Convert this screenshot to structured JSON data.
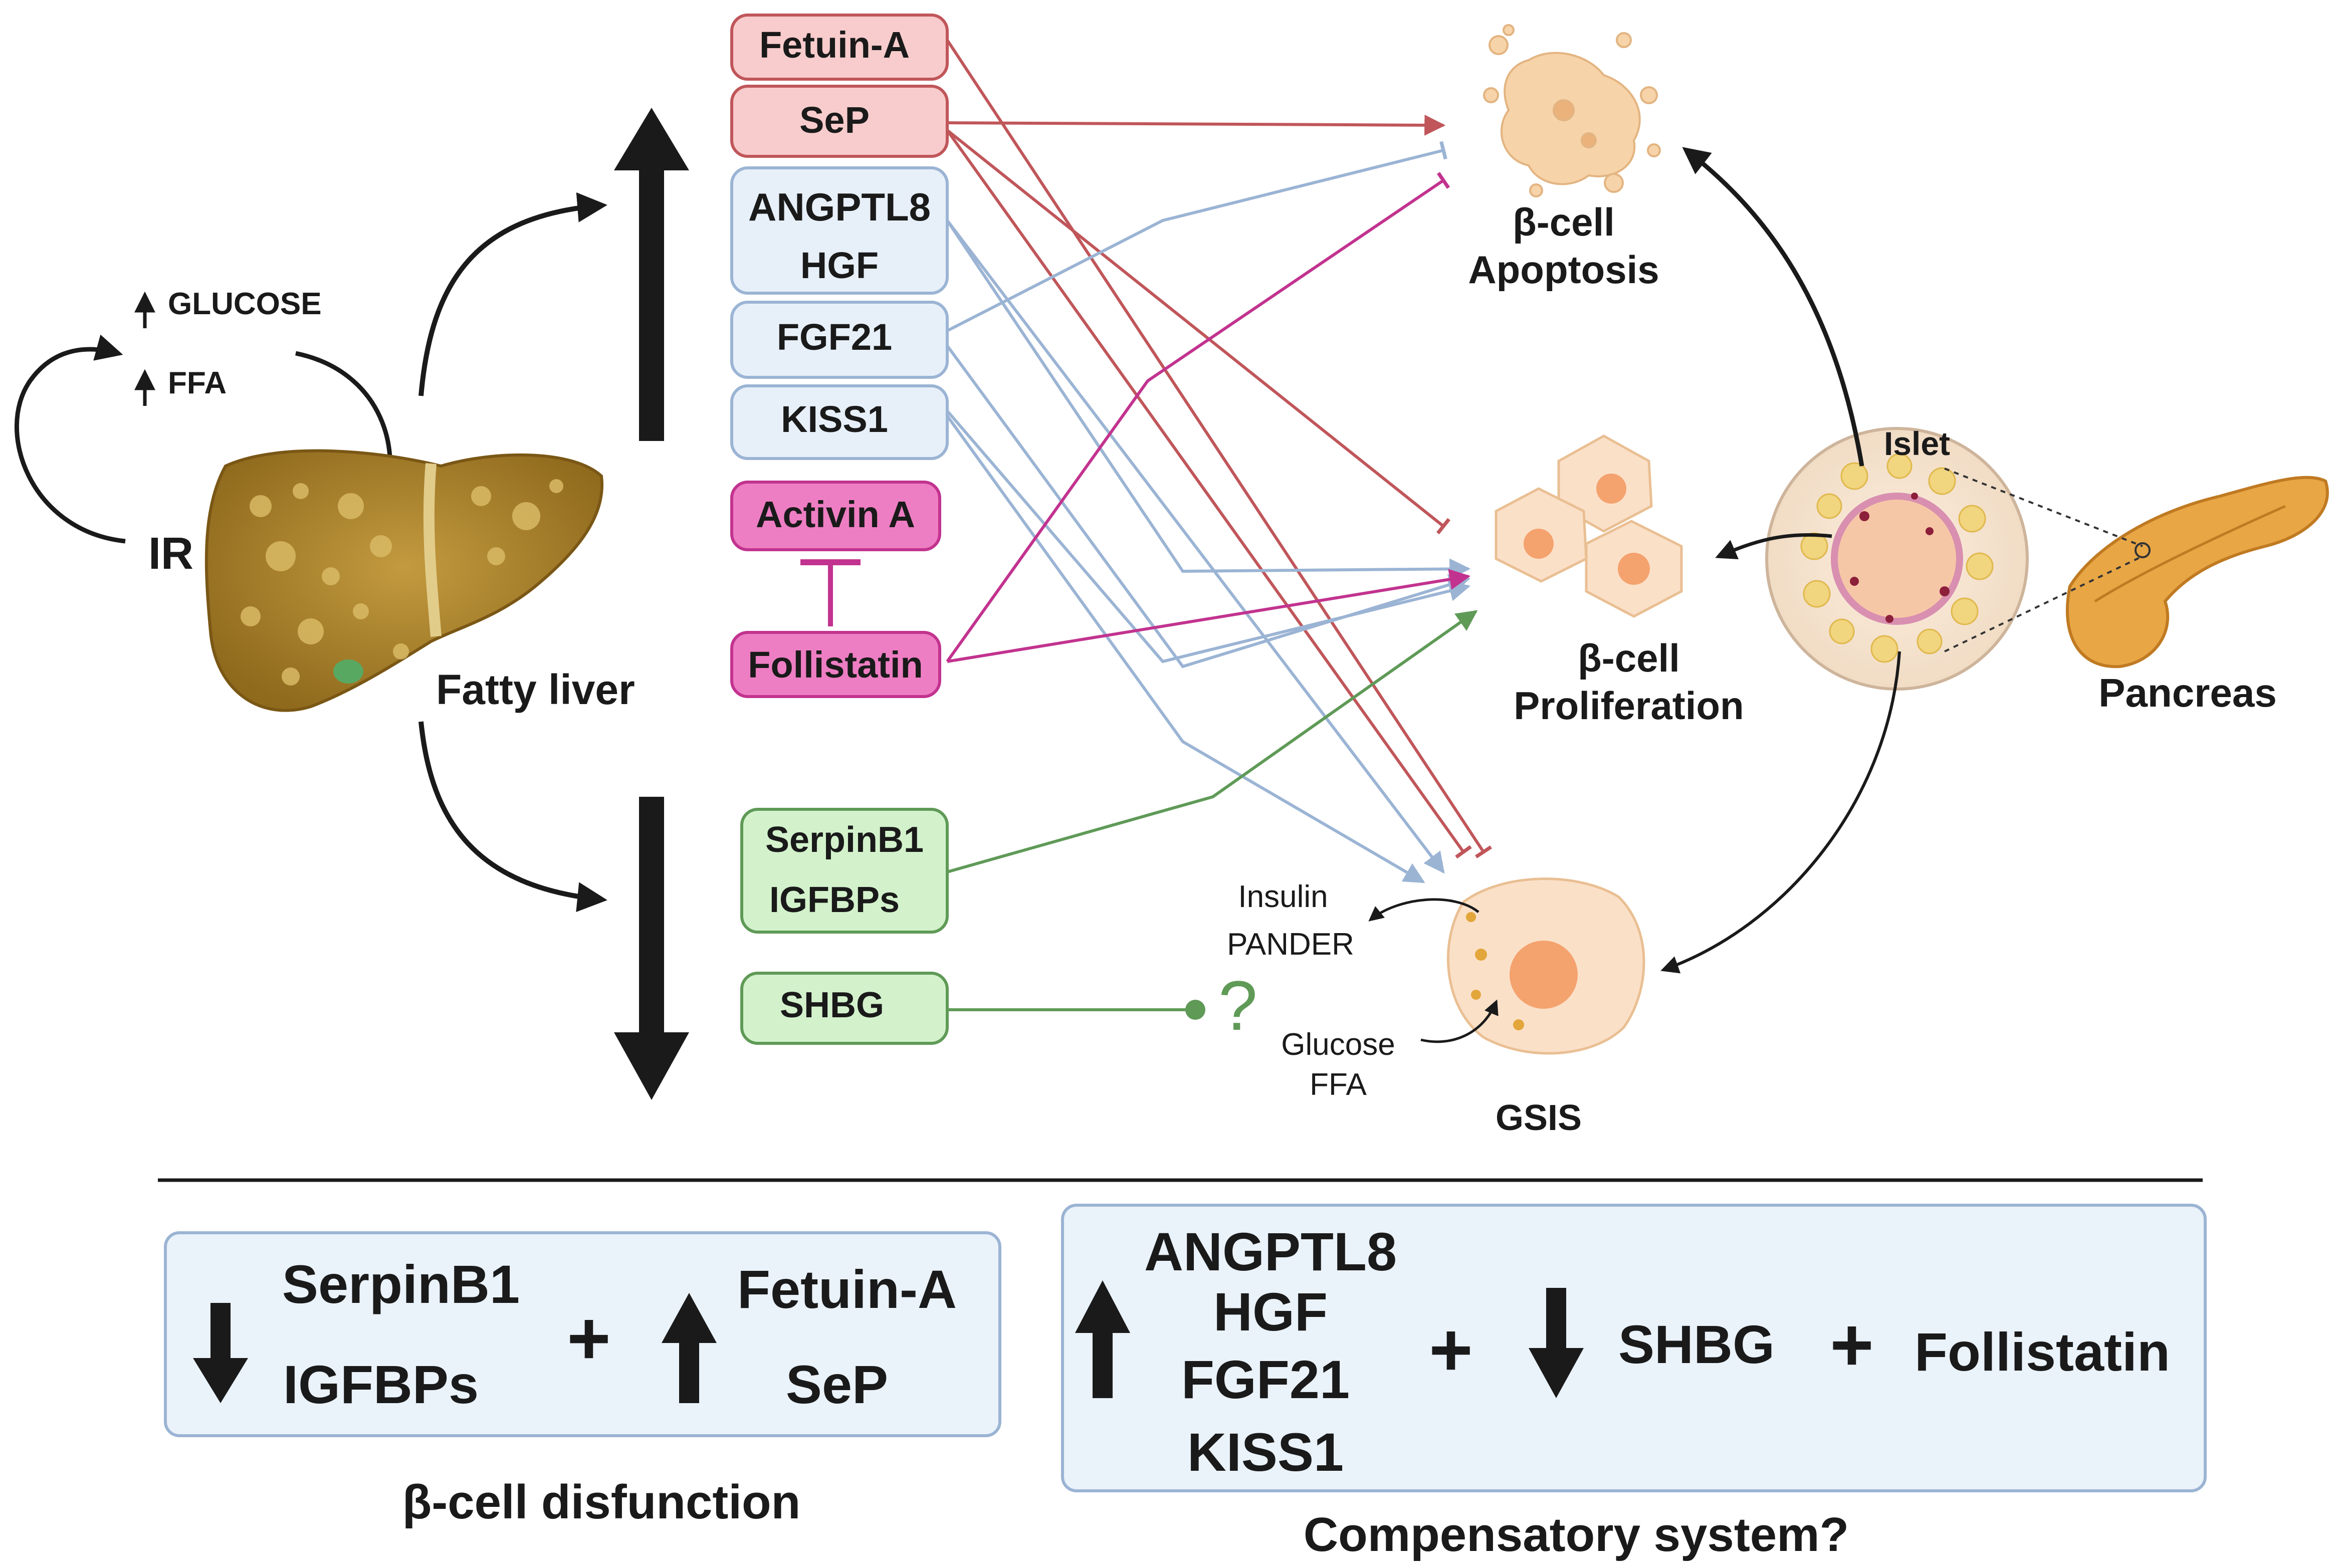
{
  "liver": {
    "ir_label": "IR",
    "fatty_label": "Fatty liver",
    "glucose_label": "GLUCOSE",
    "ffa_label": "FFA"
  },
  "hepatokines": {
    "fetuin": "Fetuin-A",
    "sep": "SeP",
    "angptl8": "ANGPTL8",
    "hgf": "HGF",
    "fgf21": "FGF21",
    "kiss1": "KISS1",
    "activin": "Activin A",
    "follistatin": "Follistatin",
    "serpinb1": "SerpinB1",
    "igfbps": "IGFBPs",
    "shbg": "SHBG"
  },
  "targets": {
    "apoptosis_line1": "β-cell",
    "apoptosis_line2": "Apoptosis",
    "prolif_line1": "β-cell",
    "prolif_line2": "Proliferation",
    "gsis": "GSIS",
    "unknown_mark": "?",
    "insulin": "Insulin",
    "pander": "PANDER",
    "glucose": "Glucose",
    "ffa": "FFA",
    "islet": "Islet",
    "pancreas": "Pancreas"
  },
  "summary": {
    "left": {
      "item1": "SerpinB1",
      "item2": "IGFBPs",
      "item3": "Fetuin-A",
      "item4": "SeP",
      "plus": "+",
      "caption": "β-cell disfunction"
    },
    "right": {
      "item1": "ANGPTL8",
      "item2": "HGF",
      "item3": "FGF21",
      "item4": "KISS1",
      "item5": "SHBG",
      "item6": "Follistatin",
      "plus1": "+",
      "plus2": "+",
      "caption": "Compensatory system?"
    }
  },
  "colors": {
    "red_fill": "#f8cccc",
    "red_stroke": "#c0565a",
    "blue_fill": "#e7f0f9",
    "blue_stroke": "#9bb4d4",
    "pink_fill": "#ee7ec3",
    "pink_stroke": "#c2338f",
    "green_fill": "#d3f2cc",
    "green_stroke": "#5f9a57",
    "panel_fill": "#eaf2fa"
  }
}
